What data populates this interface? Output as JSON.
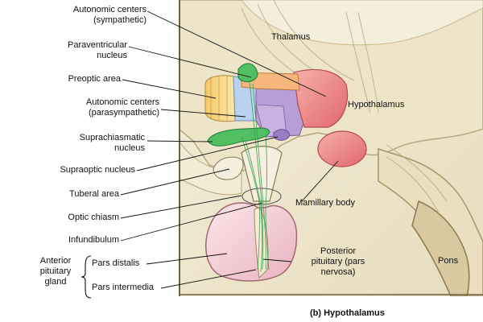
{
  "caption": "(b) Hypothalamus",
  "group_label": [
    "Anterior",
    "pituitary",
    "gland"
  ],
  "labels_left": {
    "autonomic_symp": [
      "Autonomic centers",
      "(sympathetic)"
    ],
    "paraventricular": [
      "Paraventricular",
      "nucleus"
    ],
    "preoptic": "Preoptic area",
    "autonomic_para": [
      "Autonomic centers",
      "(parasympathetic)"
    ],
    "suprachiasmatic": [
      "Suprachiasmatic",
      "nucleus"
    ],
    "supraoptic": "Supraoptic nucleus",
    "tuberal": "Tuberal area",
    "optic_chiasm": "Optic chiasm",
    "infundibulum": "Infundibulum",
    "pars_distalis": "Pars distalis",
    "pars_intermedia": "Pars intermedia"
  },
  "labels_right": {
    "thalamus": "Thalamus",
    "hypothalamus": "Hypothalamus",
    "mamillary": "Mamillary body",
    "posterior": [
      "Posterior",
      "pituitary (pars",
      "nervosa)"
    ],
    "pons": "Pons"
  },
  "colors": {
    "tissue": "#f1ead2",
    "outline": "#8a7a58",
    "green_nuclei": "#3fae55",
    "purple": "#a98bc9",
    "blue": "#aac6e6",
    "yellow": "#f2d37a",
    "orange": "#f0a766",
    "pink": "#ef8e8e",
    "pituitary_pink": "#f3c8d0"
  }
}
